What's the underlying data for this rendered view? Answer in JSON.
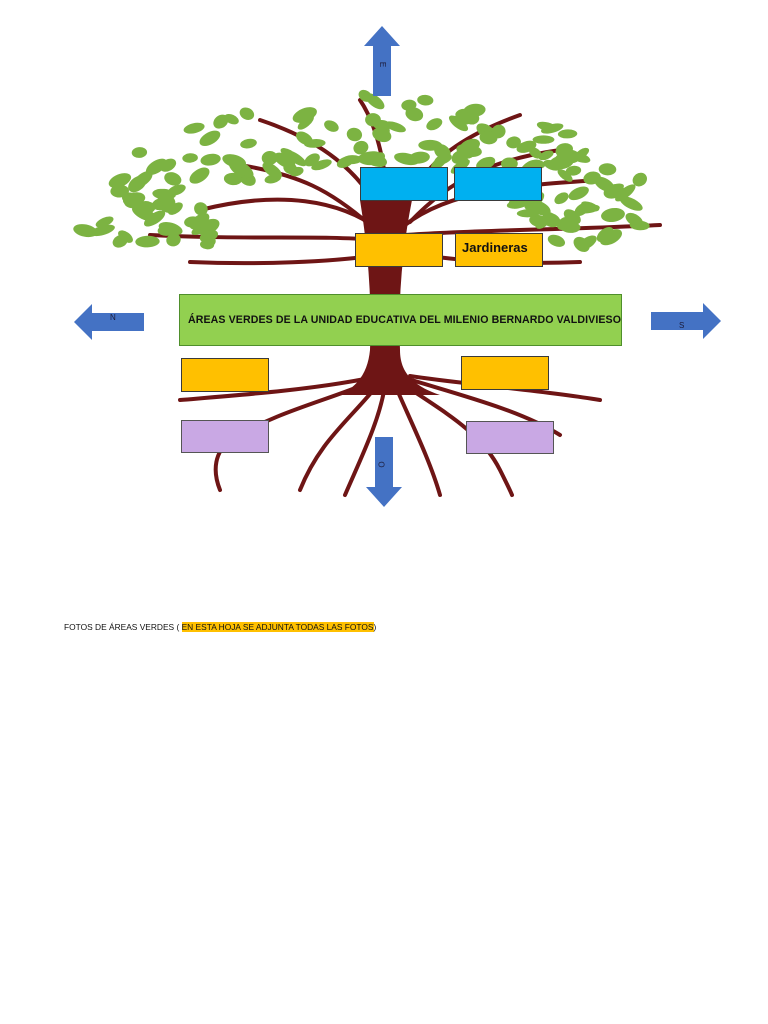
{
  "colors": {
    "blue": "#00B0F0",
    "orange": "#FFC000",
    "purple": "#C9A8E4",
    "green": "#92D050",
    "arrow": "#4472C4",
    "leaf": "#7CB342",
    "trunk": "#6E1515",
    "highlight": "#FFC000"
  },
  "title": "ÁREAS VERDES DE LA UNIDAD EDUCATIVA DEL MILENIO BERNARDO VALDIVIESO",
  "boxes": {
    "blue_left": "",
    "blue_right": "",
    "orange_top_left": "",
    "orange_top_right": "Jardineras",
    "orange_bottom_left": "",
    "orange_bottom_right": "",
    "purple_left": "",
    "purple_right": ""
  },
  "directions": {
    "up": "E",
    "left": "N",
    "right": "S",
    "down": "O"
  },
  "caption": {
    "prefix": "FOTOS DE ÁREAS VERDES ( ",
    "highlight": "EN ESTA HOJA SE ADJUNTA TODAS LAS FOTOS",
    "suffix": ")"
  }
}
